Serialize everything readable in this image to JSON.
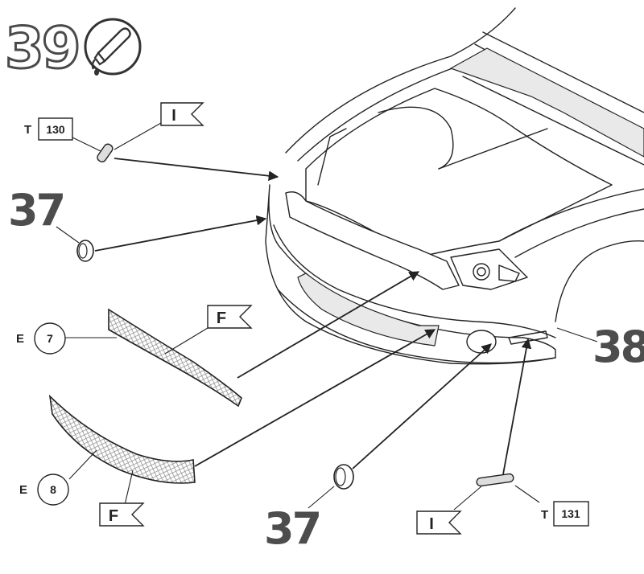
{
  "step": {
    "number": "39",
    "icon": "glue-tube-icon"
  },
  "callouts": {
    "part37_top": "37",
    "part37_bottom": "37",
    "part38": "38"
  },
  "labels": {
    "t130_prefix": "T",
    "t130_number": "130",
    "t131_prefix": "T",
    "t131_number": "131",
    "e7_prefix": "E",
    "e7_number": "7",
    "e8_prefix": "E",
    "e8_number": "8",
    "flag_i_top": "I",
    "flag_f_upper": "F",
    "flag_f_lower": "F",
    "flag_i_bottom": "I"
  },
  "colors": {
    "line": "#222222",
    "callout_gray": "#4d4d4d",
    "mesh": "#888888"
  }
}
